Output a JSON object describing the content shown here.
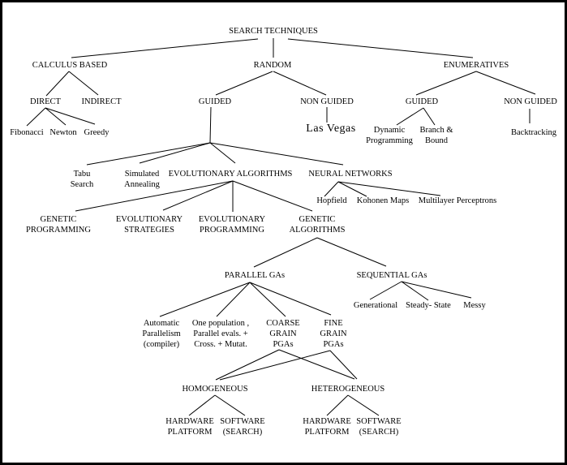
{
  "diagram": {
    "type": "tree",
    "root": "SEARCH TECHNIQUES"
  },
  "nodes": [
    {
      "id": "search-techniques",
      "label": "SEARCH TECHNIQUES",
      "parents": []
    },
    {
      "id": "calculus-based",
      "label": "CALCULUS BASED",
      "parents": [
        "search-techniques"
      ]
    },
    {
      "id": "random",
      "label": "RANDOM",
      "parents": [
        "search-techniques"
      ]
    },
    {
      "id": "enumeratives",
      "label": "ENUMERATIVES",
      "parents": [
        "search-techniques"
      ]
    },
    {
      "id": "direct",
      "label": "DIRECT",
      "parents": [
        "calculus-based"
      ]
    },
    {
      "id": "indirect",
      "label": "INDIRECT",
      "parents": [
        "calculus-based"
      ]
    },
    {
      "id": "guided-random",
      "label": "GUIDED",
      "parents": [
        "random"
      ]
    },
    {
      "id": "non-guided-random",
      "label": "NON GUIDED",
      "parents": [
        "random"
      ]
    },
    {
      "id": "guided-enumeratives",
      "label": "GUIDED",
      "parents": [
        "enumeratives"
      ]
    },
    {
      "id": "non-guided-enumeratives",
      "label": "NON GUIDED",
      "parents": [
        "enumeratives"
      ]
    },
    {
      "id": "fibonacci",
      "label": "Fibonacci",
      "parents": [
        "direct"
      ]
    },
    {
      "id": "newton",
      "label": "Newton",
      "parents": [
        "direct"
      ]
    },
    {
      "id": "greedy",
      "label": "Greedy",
      "parents": [
        "direct"
      ]
    },
    {
      "id": "las-vegas",
      "label": "Las Vegas",
      "parents": [
        "non-guided-random"
      ]
    },
    {
      "id": "dynamic-programming",
      "label": "Dynamic\nProgramming",
      "parents": [
        "guided-enumeratives"
      ]
    },
    {
      "id": "branch-and-bound",
      "label": "Branch &\nBound",
      "parents": [
        "guided-enumeratives"
      ]
    },
    {
      "id": "backtracking",
      "label": "Backtracking",
      "parents": [
        "non-guided-enumeratives"
      ]
    },
    {
      "id": "tabu-search",
      "label": "Tabu\nSearch",
      "parents": [
        "guided-random"
      ]
    },
    {
      "id": "simulated-annealing",
      "label": "Simulated\nAnnealing",
      "parents": [
        "guided-random"
      ]
    },
    {
      "id": "evolutionary-algorithms",
      "label": "EVOLUTIONARY ALGORITHMS",
      "parents": [
        "guided-random"
      ]
    },
    {
      "id": "neural-networks",
      "label": "NEURAL NETWORKS",
      "parents": [
        "guided-random"
      ]
    },
    {
      "id": "hopfield",
      "label": "Hopfield",
      "parents": [
        "neural-networks"
      ]
    },
    {
      "id": "kohonen-maps",
      "label": "Kohonen Maps",
      "parents": [
        "neural-networks"
      ]
    },
    {
      "id": "multilayer-perceptrons",
      "label": "Multilayer Perceptrons",
      "parents": [
        "neural-networks"
      ]
    },
    {
      "id": "genetic-programming",
      "label": "GENETIC\nPROGRAMMING",
      "parents": [
        "evolutionary-algorithms"
      ]
    },
    {
      "id": "evolutionary-strategies",
      "label": "EVOLUTIONARY\nSTRATEGIES",
      "parents": [
        "evolutionary-algorithms"
      ]
    },
    {
      "id": "evolutionary-programming",
      "label": "EVOLUTIONARY\nPROGRAMMING",
      "parents": [
        "evolutionary-algorithms"
      ]
    },
    {
      "id": "genetic-algorithms",
      "label": "GENETIC\nALGORITHMS",
      "parents": [
        "evolutionary-algorithms"
      ]
    },
    {
      "id": "parallel-gas",
      "label": "PARALLEL GAs",
      "parents": [
        "genetic-algorithms"
      ]
    },
    {
      "id": "sequential-gas",
      "label": "SEQUENTIAL GAs",
      "parents": [
        "genetic-algorithms"
      ]
    },
    {
      "id": "generational",
      "label": "Generational",
      "parents": [
        "sequential-gas"
      ]
    },
    {
      "id": "steady-state",
      "label": "Steady- State",
      "parents": [
        "sequential-gas"
      ]
    },
    {
      "id": "messy",
      "label": "Messy",
      "parents": [
        "sequential-gas"
      ]
    },
    {
      "id": "automatic-parallelism",
      "label": "Automatic\nParallelism\n(compiler)",
      "parents": [
        "parallel-gas"
      ]
    },
    {
      "id": "one-population",
      "label": "One population ,\nParallel evals. +\nCross. + Mutat.",
      "parents": [
        "parallel-gas"
      ]
    },
    {
      "id": "coarse-grain-pgas",
      "label": "COARSE\nGRAIN\nPGAs",
      "parents": [
        "parallel-gas"
      ]
    },
    {
      "id": "fine-grain-pgas",
      "label": "FINE\nGRAIN\nPGAs",
      "parents": [
        "parallel-gas"
      ]
    },
    {
      "id": "homogeneous",
      "label": "HOMOGENEOUS",
      "parents": [
        "coarse-grain-pgas",
        "fine-grain-pgas"
      ]
    },
    {
      "id": "heterogeneous",
      "label": "HETEROGENEOUS",
      "parents": [
        "coarse-grain-pgas",
        "fine-grain-pgas"
      ]
    },
    {
      "id": "hardware-platform-homogeneous",
      "label": "HARDWARE\nPLATFORM",
      "parents": [
        "homogeneous"
      ]
    },
    {
      "id": "software-search-homogeneous",
      "label": "SOFTWARE\n(SEARCH)",
      "parents": [
        "homogeneous"
      ]
    },
    {
      "id": "hardware-platform-heterogeneous",
      "label": "HARDWARE\nPLATFORM",
      "parents": [
        "heterogeneous"
      ]
    },
    {
      "id": "software-search-heterogeneous",
      "label": "SOFTWARE\n(SEARCH)",
      "parents": [
        "heterogeneous"
      ]
    }
  ],
  "colors": {
    "background": "#ffffff",
    "foreground": "#000000",
    "border": "#000000"
  }
}
